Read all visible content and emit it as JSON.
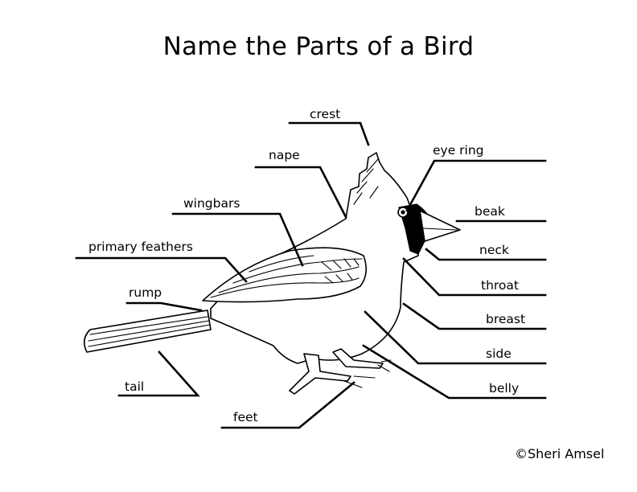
{
  "title": "Name the Parts of a Bird",
  "copyright": "©Sheri Amsel",
  "labels": {
    "crest": "crest",
    "nape": "nape",
    "wingbars": "wingbars",
    "primary_feathers": "primary feathers",
    "rump": "rump",
    "tail": "tail",
    "feet": "feet",
    "eye_ring": "eye ring",
    "beak": "beak",
    "neck": "neck",
    "throat": "throat",
    "breast": "breast",
    "side": "side",
    "belly": "belly"
  }
}
